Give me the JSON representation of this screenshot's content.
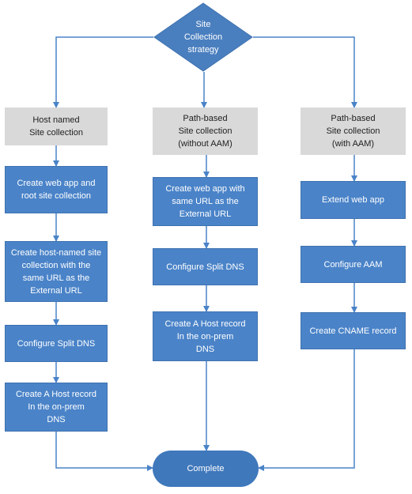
{
  "decision": {
    "label": "Site\nCollection\nstrategy"
  },
  "columns": [
    {
      "header": "Host named\nSite collection",
      "steps": [
        "Create web app and\nroot site collection",
        "Create host-named site\ncollection with the\nsame URL as the\nExternal URL",
        "Configure Split DNS",
        "Create A Host record\nIn the on-prem\nDNS"
      ]
    },
    {
      "header": "Path-based\nSite collection\n(without AAM)",
      "steps": [
        "Create web app with\nsame URL as the\nExternal URL",
        "Configure Split DNS",
        "Create A Host record\nIn the on-prem\nDNS"
      ]
    },
    {
      "header": "Path-based\nSite collection\n(with AAM)",
      "steps": [
        "Extend web app",
        "Configure AAM",
        "Create CNAME record"
      ]
    }
  ],
  "terminal": {
    "label": "Complete"
  },
  "colors": {
    "step_fill": "#4a83c8",
    "decision_fill": "#4a7fbf",
    "terminal_fill": "#3f78bb",
    "header_fill": "#d9d9d9",
    "connector": "#4a83c8"
  }
}
